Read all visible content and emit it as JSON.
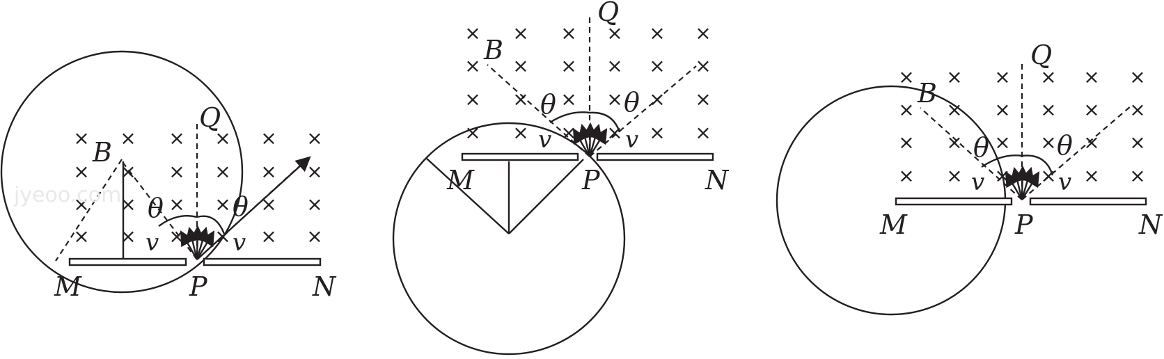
{
  "labels": {
    "B": "B",
    "Q": "Q",
    "M": "M",
    "N": "N",
    "P": "P",
    "theta": "θ",
    "v": "v"
  },
  "field_mark": "×",
  "watermark": "jyeoo.com",
  "colors": {
    "ink": "#231f20",
    "background": "#ffffff"
  }
}
